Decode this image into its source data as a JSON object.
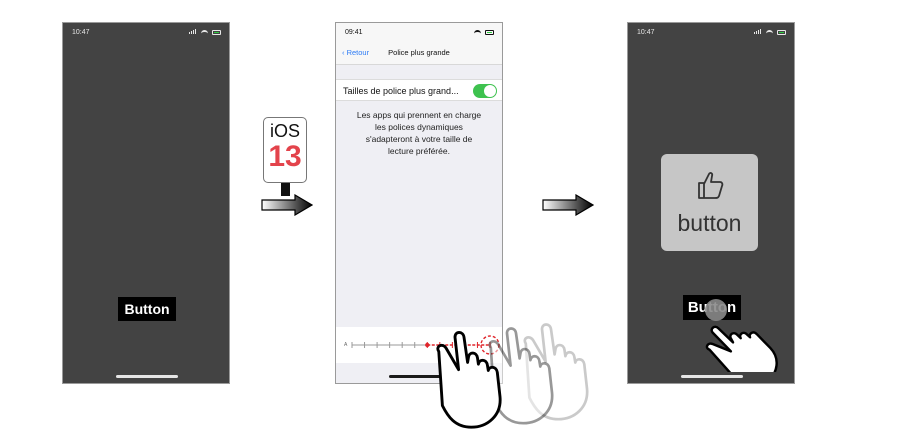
{
  "phones": {
    "left": {
      "status_time": "10:47",
      "button_label": "Button"
    },
    "middle": {
      "status_time": "09:41",
      "back_label": "Retour",
      "nav_title": "Police plus grande",
      "setting_label": "Tailles de police plus grand...",
      "toggle_on": true,
      "description_lines": [
        "Les apps qui prennent en charge",
        "les polices dynamiques",
        "s'adapteront à votre taille de",
        "lecture préférée."
      ],
      "slider_small_label": "A",
      "slider_steps": 12,
      "slider_selected_step": 12
    },
    "right": {
      "status_time": "10:47",
      "big_button_label": "button",
      "small_button_label": "Button",
      "icon": "thumbs-up-icon"
    }
  },
  "ios_badge": {
    "name": "iOS",
    "version": "13",
    "colors": {
      "text": "#111111",
      "version": "#e3434b"
    }
  },
  "colors": {
    "dark_screen": "#434343",
    "light_screen": "#efeff4",
    "toggle_on": "#3ec24f",
    "link_blue": "#2d7cf6",
    "slider_active": "#e0262c",
    "big_button_bg": "#c6c6c6"
  },
  "icons": [
    "arrow-right-icon",
    "hand-pointer-icon",
    "thumbs-up-icon"
  ]
}
